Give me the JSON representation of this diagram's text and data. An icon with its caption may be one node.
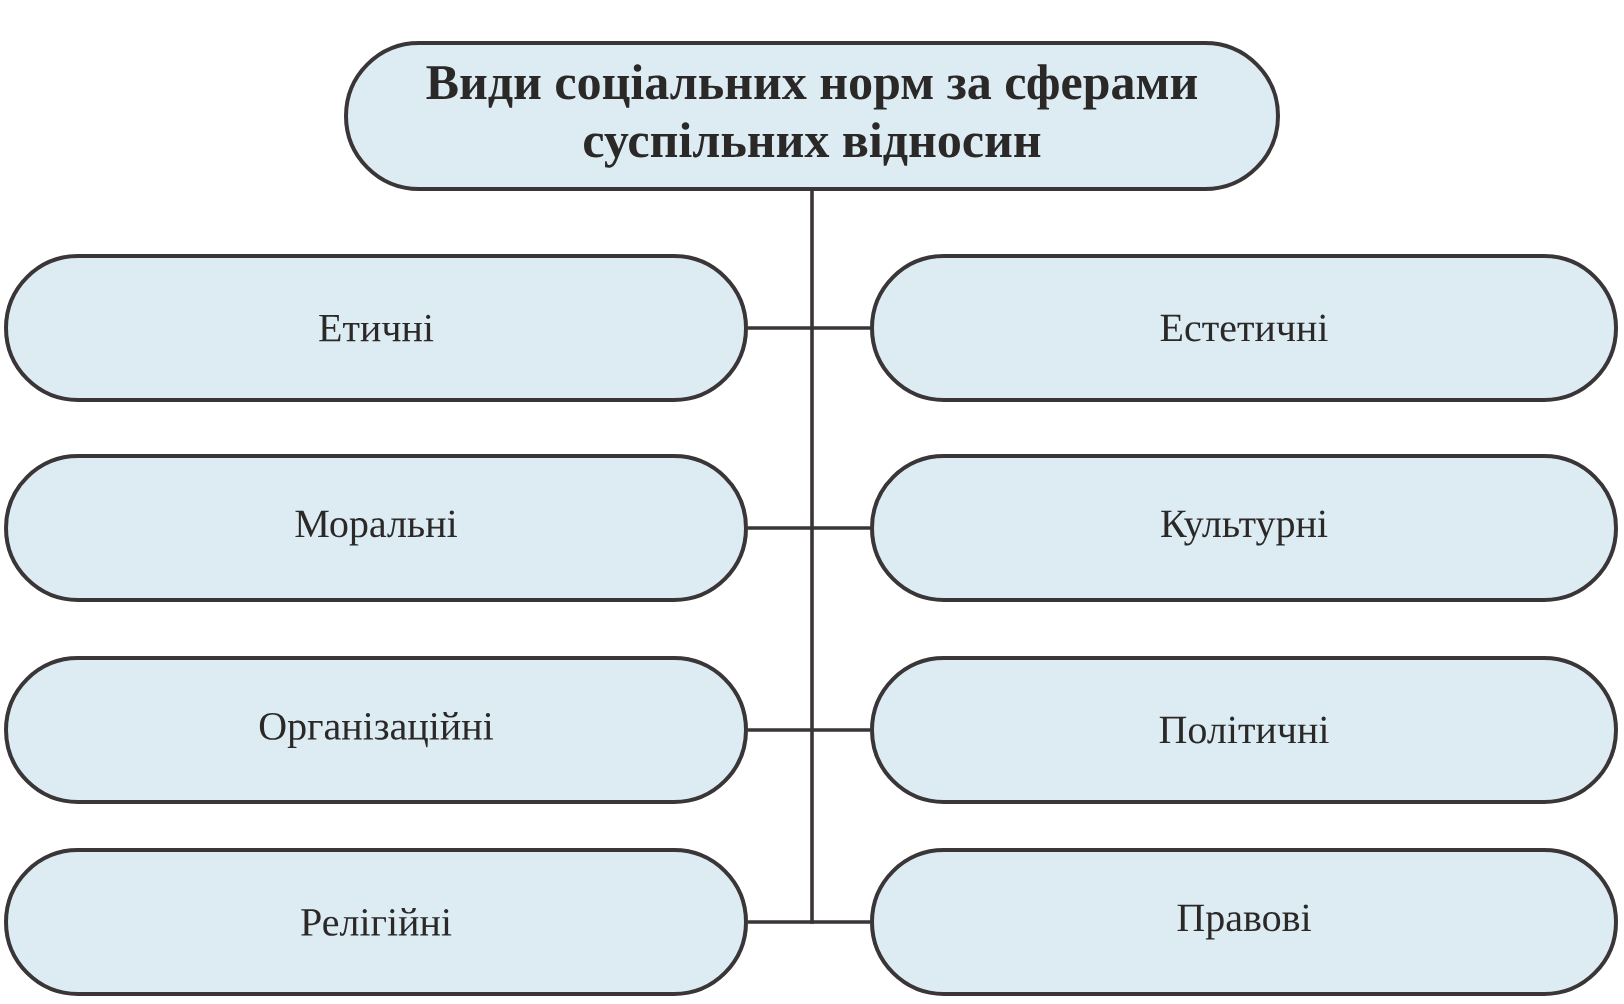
{
  "diagram": {
    "nodes": [
      {
        "text": [
          "Види соціальних норм за сферами суспільних відносин"
        ]
      },
      {
        "text": [
          "Етичні"
        ]
      },
      {
        "text": [
          "Естетичні"
        ]
      },
      {
        "text": [
          "Моральні"
        ]
      },
      {
        "text": [
          "Культурні"
        ]
      },
      {
        "text": [
          "Організаційні"
        ]
      },
      {
        "text": [
          "Політичні"
        ]
      },
      {
        "text": [
          "Релігійні"
        ]
      },
      {
        "text": [
          "Правові"
        ]
      }
    ],
    "edges": [
      {
        "from": 0,
        "to": 1,
        "arrow": "none"
      },
      {
        "from": 0,
        "to": 2,
        "arrow": "none"
      },
      {
        "from": 0,
        "to": 3,
        "arrow": "none"
      },
      {
        "from": 0,
        "to": 4,
        "arrow": "none"
      },
      {
        "from": 0,
        "to": 5,
        "arrow": "none"
      },
      {
        "from": 0,
        "to": 6,
        "arrow": "none"
      },
      {
        "from": 0,
        "to": 7,
        "arrow": "none"
      },
      {
        "from": 0,
        "to": 8,
        "arrow": "none"
      }
    ]
  }
}
